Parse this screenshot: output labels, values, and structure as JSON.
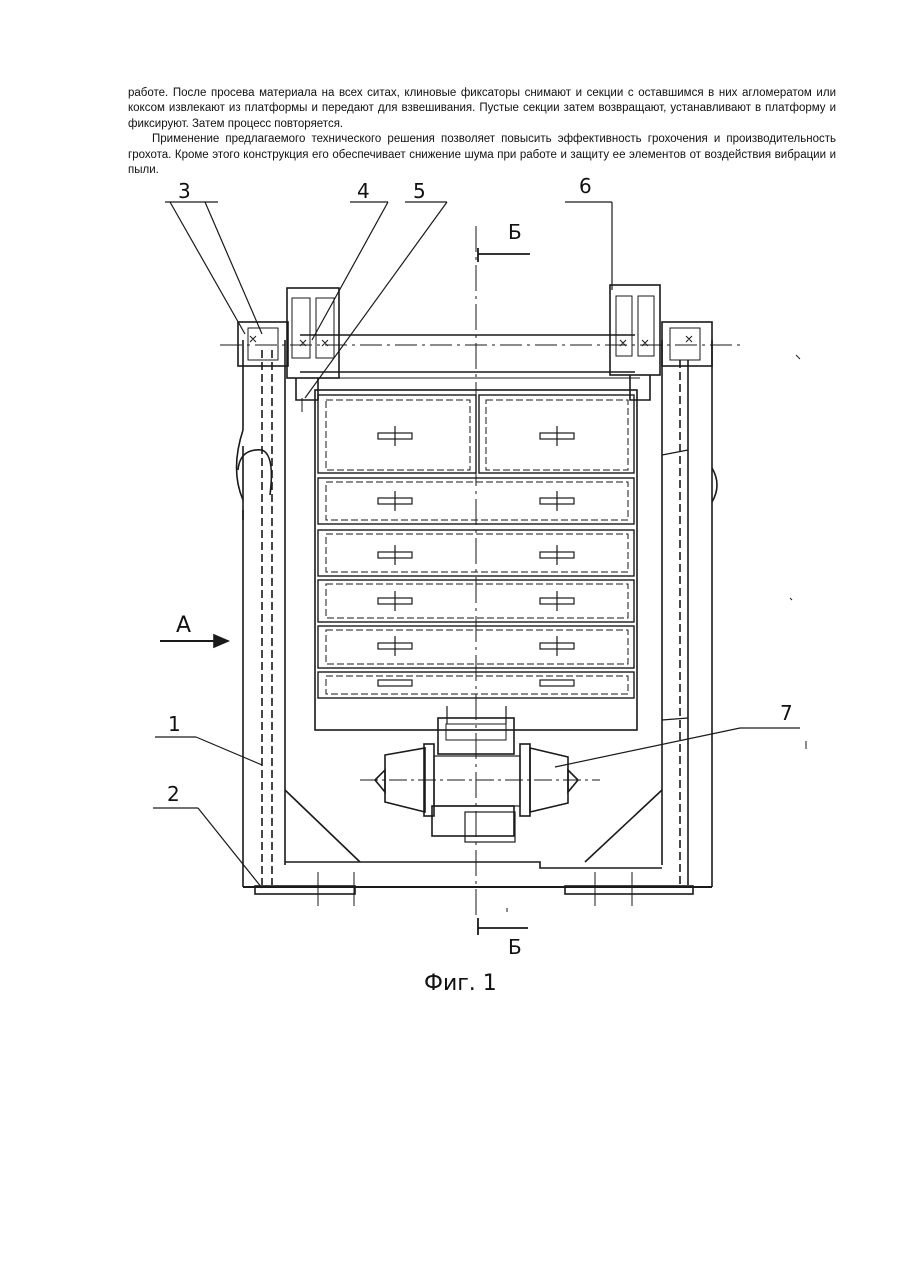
{
  "paragraphs": [
    "работе. После просева материала на всех ситах, клиновые фиксаторы снимают и секции с оставшимся в них агломератом или коксом извлекают из платформы и передают для взвешивания. Пустые секции затем возвращают, устанавливают в платформу и фиксируют. Затем процесс повторяется.",
    "Применение предлагаемого технического решения позволяет повысить эффективность грохочения и производительность грохота. Кроме этого конструкция его обеспечивает снижение шума при работе и защиту ее элементов от воздействия вибрации и пыли."
  ],
  "figure": {
    "caption": "Фиг. 1",
    "labels": {
      "l1": "1",
      "l2": "2",
      "l3": "3",
      "l4": "4",
      "l5": "5",
      "l6": "6",
      "l7": "7",
      "view_a": "А",
      "section_top": "Б",
      "section_bottom": "Б"
    }
  }
}
